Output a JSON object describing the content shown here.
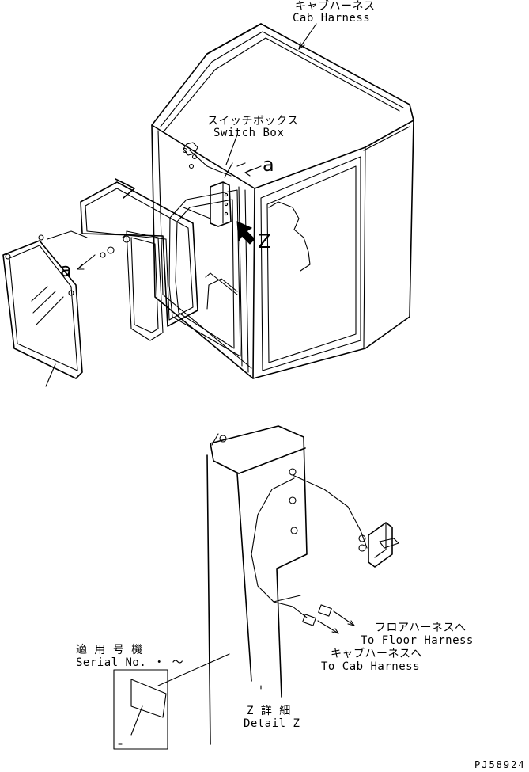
{
  "labels": {
    "cab_harness_jp": "キャブハーネス",
    "cab_harness_en": "Cab Harness",
    "switch_box_jp": "スイッチボックス",
    "switch_box_en": "Switch Box",
    "marker_a_top": "a",
    "marker_a_left": "a",
    "marker_z": "Z",
    "floor_harness_jp": "フロアハーネスへ",
    "floor_harness_en": "To Floor Harness",
    "cab_harness2_jp": "キャブハーネスへ",
    "cab_harness2_en": "To Cab Harness",
    "serial_jp": "適 用 号 機",
    "serial_en": "Serial No.  ・ ～",
    "detail_jp": "Z 詳 細",
    "detail_en": "Detail Z",
    "drawing_no": "PJ58924"
  },
  "icons": {
    "view_arrow": "view-direction-arrow"
  }
}
